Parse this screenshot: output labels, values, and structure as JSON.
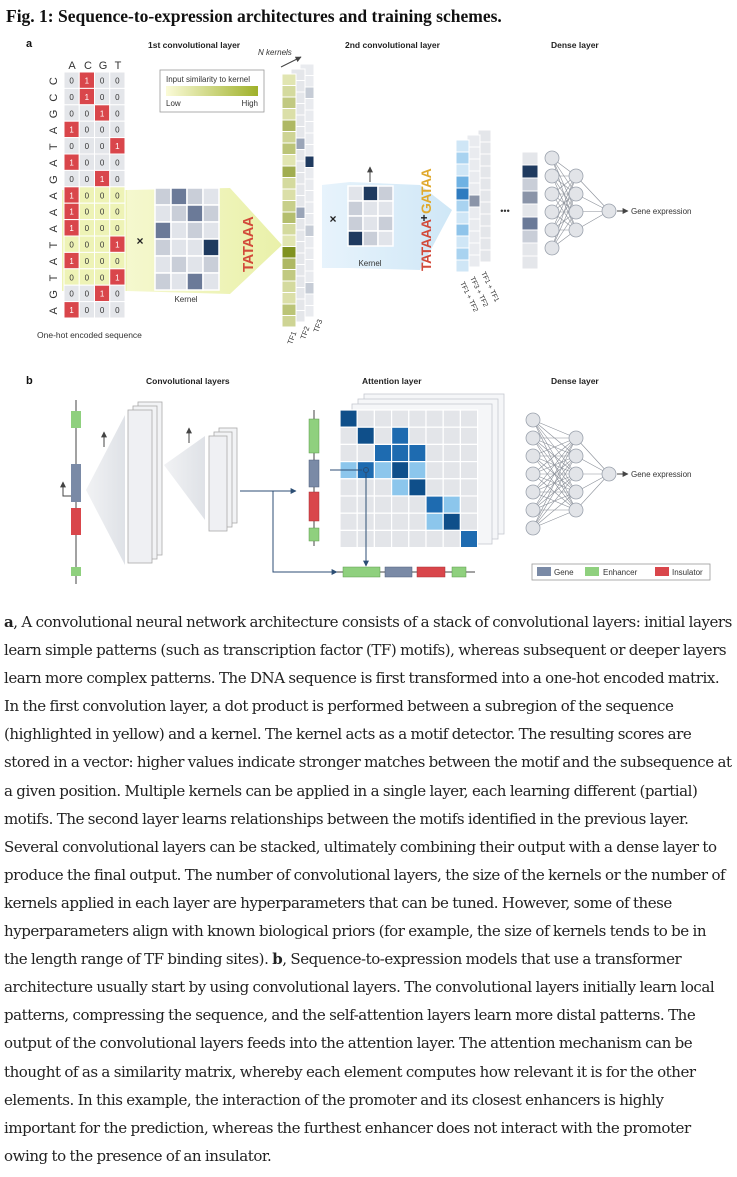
{
  "figure": {
    "title": "Fig. 1: Sequence-to-expression architectures and training schemes.",
    "panel_a": {
      "letter": "a",
      "headers": {
        "conv1": "1st convolutional layer",
        "conv2": "2nd convolutional layer",
        "dense": "Dense layer"
      },
      "alphabet": [
        "A",
        "C",
        "G",
        "T"
      ],
      "sequence": [
        "C",
        "C",
        "G",
        "A",
        "T",
        "A",
        "G",
        "A",
        "A",
        "A",
        "T",
        "A",
        "T",
        "G",
        "A"
      ],
      "onehot_caption": "One-hot encoded sequence",
      "similarity_legend": {
        "title": "Input similarity to kernel",
        "low": "Low",
        "high": "High"
      },
      "n_kernels": "N kernels",
      "kernel_label_1": "Kernel",
      "kernel_label_2": "Kernel",
      "motif_1": "TATAAA",
      "motif_2a": "TATAAA",
      "motif_2b": "GATAA",
      "tf_labels_1": [
        "TF1",
        "TF2",
        "TF3"
      ],
      "tf_labels_2": [
        "TF1 + TF2",
        "TF3 + TF2",
        "TF1 + TF1"
      ],
      "ellipsis": "•••",
      "multiply": "×",
      "plus": "+",
      "output": "Gene expression"
    },
    "panel_b": {
      "letter": "b",
      "headers": {
        "conv": "Convolutional layers",
        "attention": "Attention layer",
        "dense": "Dense layer"
      },
      "output": "Gene expression",
      "legend": [
        {
          "label": "Gene",
          "color": "#7a8aa6"
        },
        {
          "label": "Enhancer",
          "color": "#8fd07e"
        },
        {
          "label": "Insulator",
          "color": "#d9464b"
        }
      ]
    }
  },
  "caption": {
    "a_label": "a",
    "a_text": ", A convolutional neural network architecture consists of a stack of convolutional layers: initial layers learn simple patterns (such as transcription factor (TF) motifs), whereas subsequent or deeper layers learn more complex patterns. The DNA sequence is first transformed into a one-hot encoded matrix. In the first convolution layer, a dot product is performed between a subregion of the sequence (highlighted in yellow) and a kernel. The kernel acts as a motif detector. The resulting scores are stored in a vector: higher values indicate stronger matches between the motif and the subsequence at a given position. Multiple kernels can be applied in a single layer, each learning different (partial) motifs. The second layer learns relationships between the motifs identified in the previous layer. Several convolutional layers can be stacked, ultimately combining their output with a dense layer to produce the final output. The number of convolutional layers, the size of the kernels or the number of kernels applied in each layer are hyperparameters that can be tuned. However, some of these hyperparameters align with known biological priors (for example, the size of kernels tends to be in the length range of TF binding sites). ",
    "b_label": "b",
    "b_text": ", Sequence-to-expression models that use a transformer architecture usually start by using convolutional layers. The convolutional layers initially learn local patterns, compressing the sequence, and the self-attention layers learn more distal patterns. The output of the convolutional layers feeds into the attention layer. The attention mechanism can be thought of as a similarity matrix, whereby each element computes how relevant it is for the other elements. In this example, the interaction of the promoter and its closest enhancers is highly important for the prediction, whereas the furthest enhancer does not interact with the promoter owing to the presence of an insulator."
  }
}
